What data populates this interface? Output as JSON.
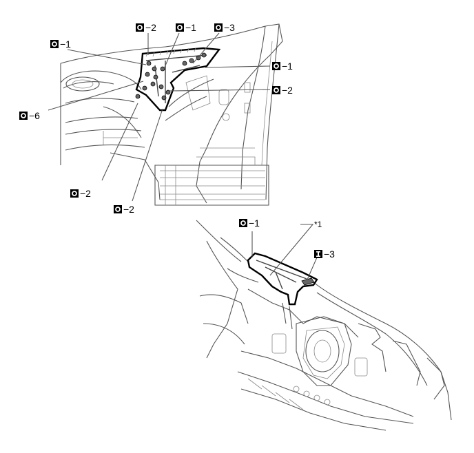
{
  "callouts": {
    "top": [
      {
        "symbol": "O",
        "text": "−2"
      },
      {
        "symbol": "O",
        "text": "−1"
      },
      {
        "symbol": "O",
        "text": "−3"
      },
      {
        "symbol": "O",
        "text": "−1"
      },
      {
        "symbol": "O",
        "text": "−1"
      },
      {
        "symbol": "O",
        "text": "−2"
      },
      {
        "symbol": "O",
        "text": "−6"
      },
      {
        "symbol": "O",
        "text": "−2"
      },
      {
        "symbol": "O",
        "text": "−2"
      }
    ],
    "bottom": [
      {
        "symbol": "O",
        "text": "−1"
      },
      {
        "symbol": "",
        "text": "*1"
      },
      {
        "symbol": "I",
        "text": "−3"
      }
    ]
  }
}
